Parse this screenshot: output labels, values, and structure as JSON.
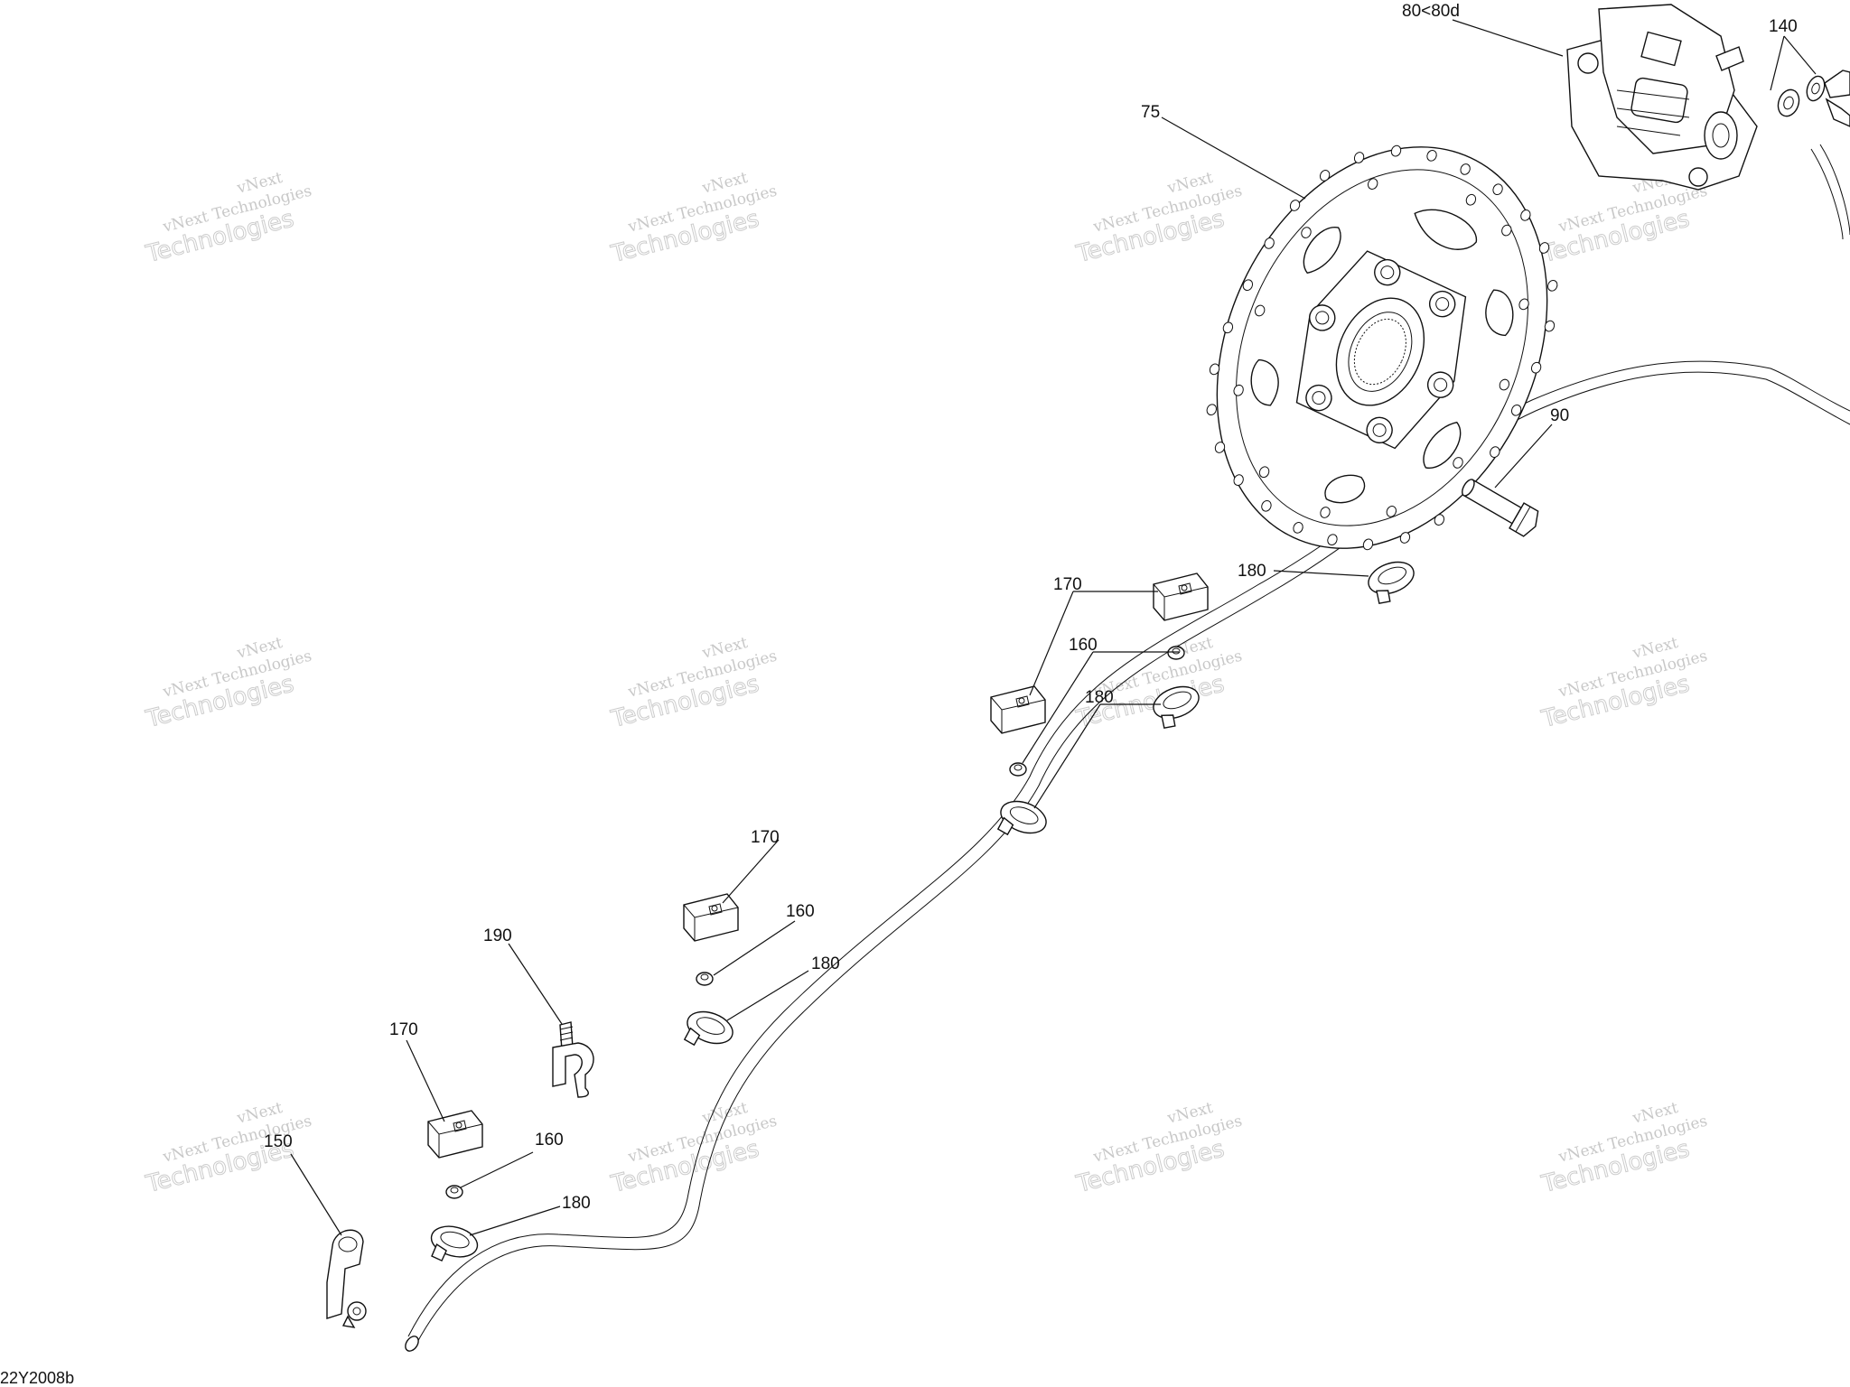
{
  "diagram": {
    "code": "22Y2008b",
    "callouts": [
      {
        "id": "c-80",
        "text": "80<80d"
      },
      {
        "id": "c-140",
        "text": "140"
      },
      {
        "id": "c-75",
        "text": "75"
      },
      {
        "id": "c-90",
        "text": "90"
      },
      {
        "id": "c-180a",
        "text": "180"
      },
      {
        "id": "c-170a",
        "text": "170"
      },
      {
        "id": "c-160a",
        "text": "160"
      },
      {
        "id": "c-180b",
        "text": "180"
      },
      {
        "id": "c-170b",
        "text": "170"
      },
      {
        "id": "c-160b",
        "text": "160"
      },
      {
        "id": "c-180c",
        "text": "180"
      },
      {
        "id": "c-190",
        "text": "190"
      },
      {
        "id": "c-170c",
        "text": "170"
      },
      {
        "id": "c-160c",
        "text": "160"
      },
      {
        "id": "c-180d",
        "text": "180"
      },
      {
        "id": "c-150",
        "text": "150"
      }
    ],
    "watermark": {
      "line1": "vNext",
      "line2": "vNext Technologies",
      "line3": "Technologies"
    }
  }
}
